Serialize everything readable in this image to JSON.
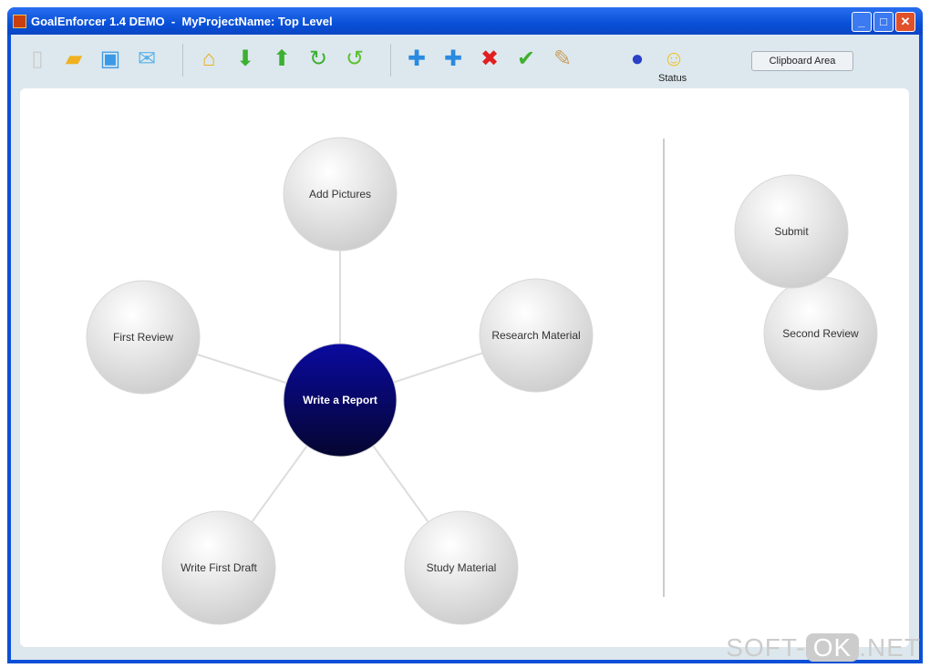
{
  "window": {
    "title": "GoalEnforcer 1.4 DEMO  -  MyProjectName: Top Level"
  },
  "toolbar": {
    "icons": [
      "new-document-icon",
      "open-folder-icon",
      "save-icon",
      "email-icon",
      "home-icon",
      "arrow-down-icon",
      "arrow-up-icon",
      "redo-icon",
      "undo-icon",
      "add-icon",
      "add-child-icon",
      "delete-icon",
      "complete-check-icon",
      "edit-note-icon",
      "help-icon",
      "status-smiley-icon"
    ],
    "status_label": "Status",
    "clipboard_label": "Clipboard Area"
  },
  "map": {
    "center": {
      "label": "Write a Report",
      "color": "#0a0a7a"
    },
    "nodes": [
      {
        "label": "Add Pictures"
      },
      {
        "label": "First Review"
      },
      {
        "label": "Research Material"
      },
      {
        "label": "Write First Draft"
      },
      {
        "label": "Study Material"
      }
    ],
    "clipboard_nodes": [
      {
        "label": "Submit"
      },
      {
        "label": "Second Review"
      }
    ]
  },
  "watermark": {
    "left": "SOFT-",
    "mid": "OK",
    "right": ".NET"
  }
}
